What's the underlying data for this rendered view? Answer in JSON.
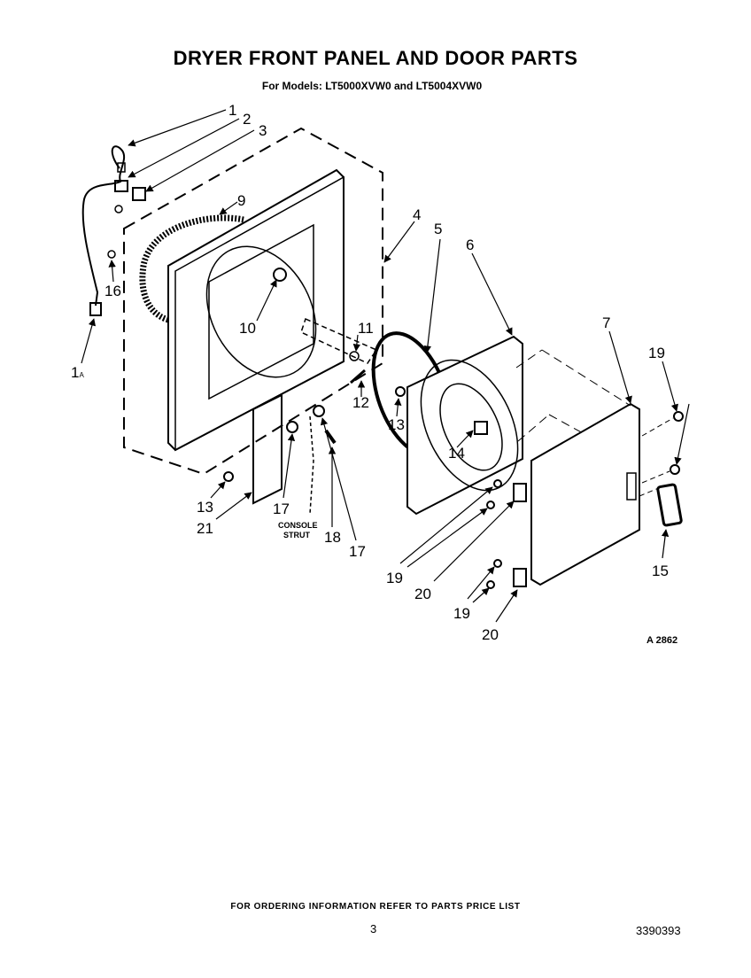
{
  "header": {
    "title": "DRYER FRONT PANEL AND DOOR PARTS",
    "subtitle": "For Models: LT5000XVW0 and LT5004XVW0"
  },
  "callouts": {
    "c1": "1",
    "c2": "2",
    "c3": "3",
    "c4": "4",
    "c5": "5",
    "c6": "6",
    "c7": "7",
    "c9": "9",
    "c10": "10",
    "c11": "11",
    "c12": "12",
    "c13a": "13",
    "c13b": "13",
    "c14": "14",
    "c15": "15",
    "c16": "16",
    "c17a": "17",
    "c17b": "17",
    "c18": "18",
    "c19a": "19",
    "c19b": "19",
    "c19c": "19",
    "c20a": "20",
    "c20b": "20",
    "c21": "21",
    "c1a_main": "1",
    "c1a_sub": "A"
  },
  "labels": {
    "console_line1": "CONSOLE",
    "console_line2": "STRUT",
    "figure_code": "A 2862"
  },
  "footer": {
    "ordering_note": "FOR ORDERING INFORMATION REFER TO PARTS PRICE LIST",
    "page_number": "3",
    "document_number": "3390393"
  }
}
